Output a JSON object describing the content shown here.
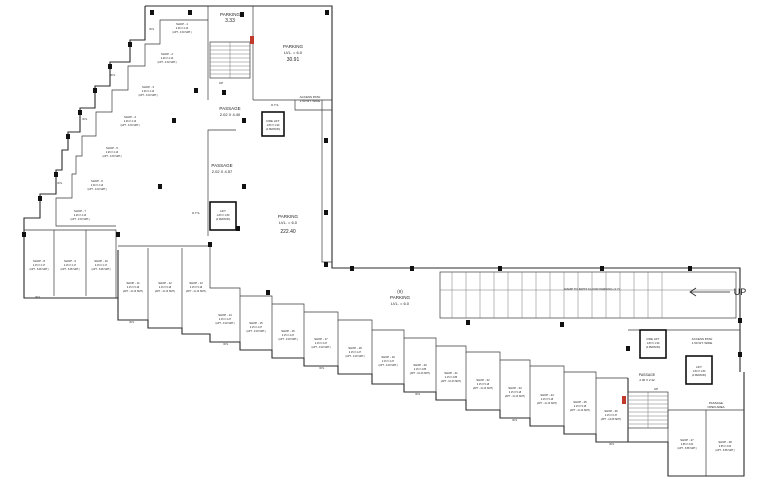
{
  "labels": {
    "parking_top_title": "PARKING",
    "parking_top_value": "3.33",
    "parking_right_title": "PARKING",
    "parking_right_level": "LVL. = 6.0",
    "parking_right_value": "30.91",
    "access_path_top": "ACCESS PATH",
    "access_path_top_size": "1.50 WT. WIDE",
    "passage_upper_title": "PASSAGE",
    "passage_upper_size": "2.02 X 4.40",
    "passage_lower_title": "PASSAGE",
    "passage_lower_size": "2.02 X 4.57",
    "fire_lift_top_title": "FIRE LIFT",
    "fire_lift_top_size": "1.80 X 1.90",
    "fire_lift_top_persons": "(4 PERSON)",
    "lift_center_title": "LIFT",
    "lift_center_size": "1.80 X 1.80",
    "lift_center_persons": "(4 PERSON)",
    "parking_center_title": "PARKING",
    "parking_center_level": "LVL. = 6.0",
    "parking_center_value": "222.40",
    "parking_bottom_num": "(II)",
    "parking_bottom_title": "PARKING",
    "parking_bottom_level": "LVL. = 6.0",
    "ramp_label": "RAMP TO FIRST FLOOR PARKING (1:7)",
    "up_label": "UP",
    "fire_lift_bottom_title": "FIRE LIFT",
    "fire_lift_bottom_size": "1.80 X 1.90",
    "fire_lift_bottom_persons": "(4 PERSON)",
    "access_path_bottom": "ACCESS PATH",
    "access_path_bottom_size": "1.50 WT. WIDE",
    "lift_bottom_title": "LIFT",
    "lift_bottom_size": "1.80 X 1.80",
    "lift_bottom_persons": "(4 PERSON)",
    "passage_bottom_title": "PASSAGE",
    "passage_bottom_size": "2.00 X 2.32",
    "passage_small_title": "PASSAGE",
    "passage_small_size": "OPEN AREA",
    "ots": "O.T.S.",
    "ws": "W.S.",
    "up_small": "UP"
  },
  "shops": [
    {
      "name": "SHOP - 1",
      "size": "2.26 X 4.13",
      "area": "(APT - 9.33 SMT.)"
    },
    {
      "name": "SHOP - 2",
      "size": "2.26 X 4.13",
      "area": "(APT - 9.33 SMT.)"
    },
    {
      "name": "SHOP - 3",
      "size": "2.26 X 4.13",
      "area": "(APT - 9.33 SMT.)"
    },
    {
      "name": "SHOP - 4",
      "size": "2.26 X 4.13",
      "area": "(APT - 9.33 SMT.)"
    },
    {
      "name": "SHOP - 5",
      "size": "2.26 X 4.13",
      "area": "(APT - 9.33 SMT.)"
    },
    {
      "name": "SHOP - 6",
      "size": "2.26 X 4.13",
      "area": "(APT - 9.33 SMT.)"
    },
    {
      "name": "SHOP - 7",
      "size": "2.26 X 4.13",
      "area": "(APT - 9.33 SMT.)"
    },
    {
      "name": "SHOP - 8",
      "size": "2.15 X 4.17",
      "area": "(APT - 8.96 SMT.)"
    },
    {
      "name": "SHOP - 9",
      "size": "2.15 X 4.17",
      "area": "(APT - 8.96 SMT.)"
    },
    {
      "name": "SHOP - 10",
      "size": "2.15 X 4.17",
      "area": "(APT - 8.96 SMT.)"
    },
    {
      "name": "SHOP - 11",
      "size": "2.15 X 5.18",
      "area": "(APT - 11.13 SMT.)"
    },
    {
      "name": "SHOP - 12",
      "size": "2.15 X 5.18",
      "area": "(APT - 11.13 SMT.)"
    },
    {
      "name": "SHOP - 13",
      "size": "2.15 X 5.18",
      "area": "(APT - 11.13 SMT.)"
    },
    {
      "name": "SHOP - 14",
      "size": "2.15 X 4.27",
      "area": "(APT - 9.18 SMT.)"
    },
    {
      "name": "SHOP - 15",
      "size": "2.15 X 4.27",
      "area": "(APT - 9.18 SMT.)"
    },
    {
      "name": "SHOP - 16",
      "size": "2.15 X 4.27",
      "area": "(APT - 9.18 SMT.)"
    },
    {
      "name": "SHOP - 17",
      "size": "2.15 X 4.27",
      "area": "(APT - 9.18 SMT.)"
    },
    {
      "name": "SHOP - 18",
      "size": "2.15 X 4.27",
      "area": "(APT - 9.18 SMT.)"
    },
    {
      "name": "SHOP - 19",
      "size": "2.15 X 4.27",
      "area": "(APT - 9.18 SMT.)"
    },
    {
      "name": "SHOP - 20",
      "size": "2.15 X 4.85",
      "area": "(APT - 10.43 SMT.)"
    },
    {
      "name": "SHOP - 21",
      "size": "2.15 X 4.85",
      "area": "(APT - 10.43 SMT.)"
    },
    {
      "name": "SHOP - 22",
      "size": "2.15 X 5.18",
      "area": "(APT - 11.13 SMT.)"
    },
    {
      "name": "SHOP - 23",
      "size": "2.15 X 5.18",
      "area": "(APT - 11.13 SMT.)"
    },
    {
      "name": "SHOP - 24",
      "size": "2.15 X 5.18",
      "area": "(APT - 11.13 SMT.)"
    },
    {
      "name": "SHOP - 25",
      "size": "2.15 X 5.18",
      "area": "(APT - 11.13 SMT.)"
    },
    {
      "name": "SHOP - 26",
      "size": "2.15 X 6.37",
      "area": "(APT - 13.69 SMT.)"
    },
    {
      "name": "SHOP - 27",
      "size": "2.95 X 3.00",
      "area": "(APT - 8.85 SMT.)"
    },
    {
      "name": "SHOP - 28",
      "size": "2.95 X 3.00",
      "area": "(APT - 8.85 SMT.)"
    }
  ]
}
